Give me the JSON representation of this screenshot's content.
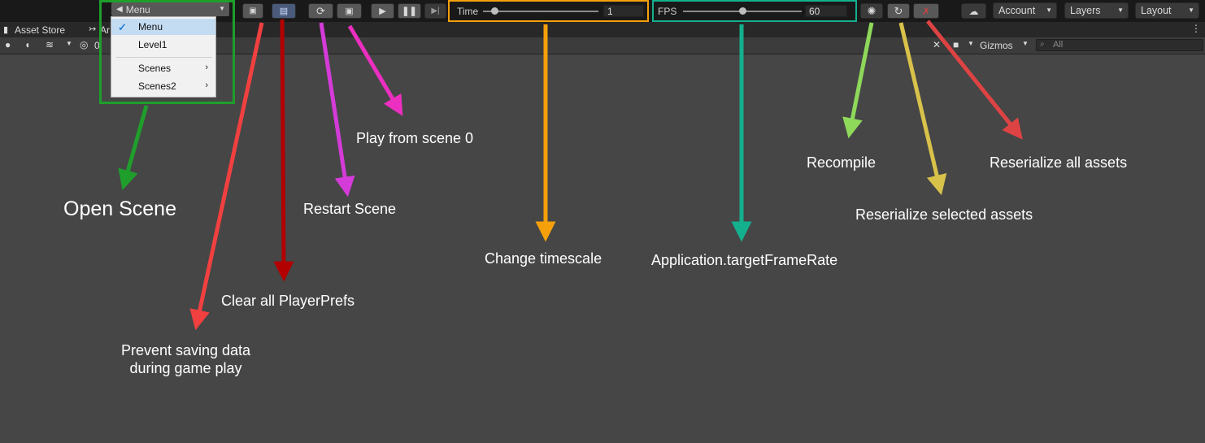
{
  "toolbar": {
    "scene_dropdown": "Menu",
    "time_label": "Time",
    "time_value": 0.1,
    "time_field": "1",
    "fps_label": "FPS",
    "fps_value": 0.5,
    "fps_field": "60",
    "account": "Account",
    "layers": "Layers",
    "layout": "Layout"
  },
  "tabs": {
    "asset_store": "Asset Store",
    "animation_partial": "Ar"
  },
  "scenebar": {
    "gizmos": "Gizmos",
    "search_placeholder": "All",
    "hidden_partial": "0"
  },
  "dropdown_menu": {
    "items": [
      {
        "label": "Menu",
        "checked": true
      },
      {
        "label": "Level1",
        "checked": false
      },
      {
        "label": "Scenes",
        "submenu": true
      },
      {
        "label": "Scenes2",
        "submenu": true
      }
    ]
  },
  "annotations": {
    "open_scene": "Open Scene",
    "prevent_saving_line1": "Prevent saving data",
    "prevent_saving_line2": "during game play",
    "clear_prefs": "Clear all PlayerPrefs",
    "restart_scene": "Restart Scene",
    "play_from_zero": "Play from scene 0",
    "change_timescale": "Change timescale",
    "target_framerate": "Application.targetFrameRate",
    "recompile": "Recompile",
    "reserialize_selected": "Reserialize selected assets",
    "reserialize_all": "Reserialize all assets"
  },
  "colors": {
    "green": "#1f9e2c",
    "red": "#f04040",
    "dark_red": "#b30000",
    "magenta": "#d53bd8",
    "pink": "#ec2fc0",
    "orange": "#f5a00a",
    "teal": "#14b08e",
    "light_green": "#8ed85a",
    "yellow": "#d8c24a",
    "red2": "#de4343"
  }
}
